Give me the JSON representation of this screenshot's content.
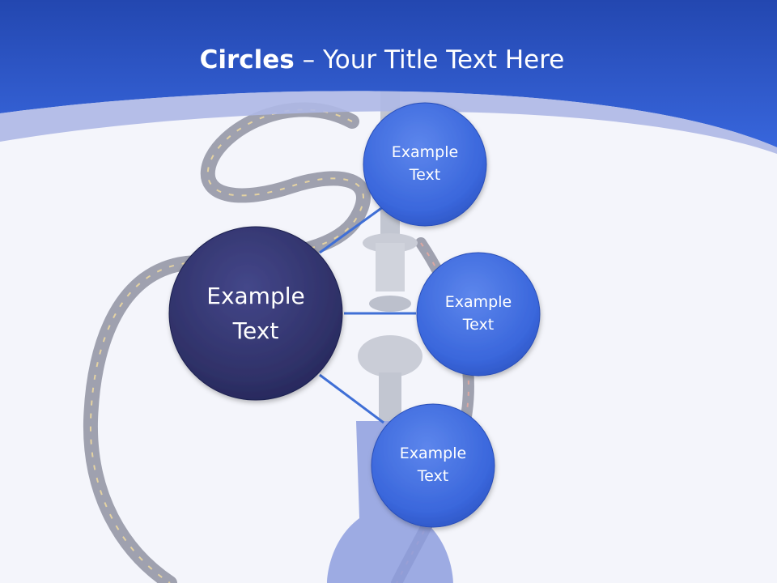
{
  "title": {
    "bold": "Circles",
    "rest": " – Your Title Text Here"
  },
  "center_node": {
    "label": [
      "Example",
      "Text"
    ]
  },
  "satellite_nodes": [
    {
      "label": [
        "Example",
        "Text"
      ]
    },
    {
      "label": [
        "Example",
        "Text"
      ]
    },
    {
      "label": [
        "Example",
        "Text"
      ]
    }
  ],
  "colors": {
    "header_blue": "#2b55c8",
    "center_circle": "#2f3168",
    "satellite_circle": "#3b6ae0",
    "connector": "#3f6fd6"
  }
}
